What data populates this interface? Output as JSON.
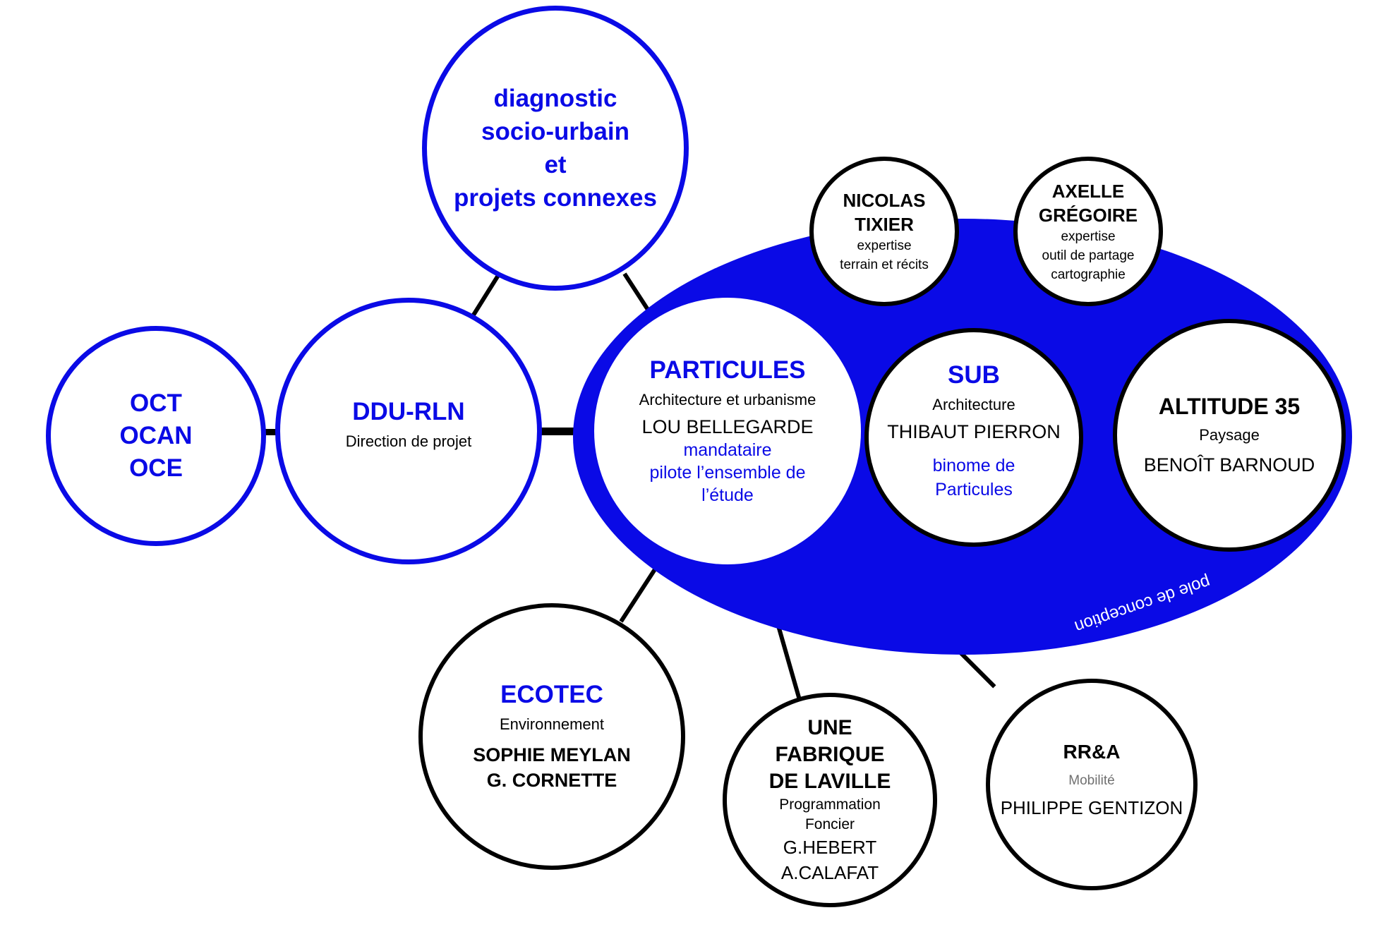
{
  "nodes": {
    "diagnostic": {
      "lines": [
        "diagnostic",
        "socio-urbain",
        "et",
        "projets connexes"
      ]
    },
    "oct": {
      "lines": [
        "OCT",
        "OCAN",
        "OCE"
      ]
    },
    "ddu": {
      "title": "DDU-RLN",
      "subtitle": "Direction de projet"
    },
    "particules": {
      "title": "PARTICULES",
      "subtitle": "Architecture et urbanisme",
      "person": "LOU BELLEGARDE",
      "note": [
        "mandataire",
        "pilote l’ensemble de",
        "l’étude"
      ]
    },
    "sub": {
      "title": "SUB",
      "subtitle": "Architecture",
      "person": "THIBAUT PIERRON",
      "note": [
        "binome de",
        "Particules"
      ]
    },
    "altitude": {
      "title": "ALTITUDE 35",
      "subtitle": "Paysage",
      "person": "BENOÎT BARNOUD"
    },
    "nicolas": {
      "title": [
        "NICOLAS",
        "TIXIER"
      ],
      "subtitle": [
        "expertise",
        "terrain et récits"
      ]
    },
    "axelle": {
      "title": [
        "AXELLE",
        "GRÉGOIRE"
      ],
      "subtitle": [
        "expertise",
        "outil de partage",
        "cartographie"
      ]
    },
    "ecotec": {
      "title": "ECOTEC",
      "subtitle": "Environnement",
      "persons": [
        "SOPHIE MEYLAN",
        "G. CORNETTE"
      ]
    },
    "fabrique": {
      "title": [
        "UNE",
        "FABRIQUE",
        "DE LAVILLE"
      ],
      "subtitle": [
        "Programmation",
        "Foncier"
      ],
      "persons": [
        "G.HEBERT",
        "A.CALAFAT"
      ]
    },
    "rra": {
      "title": "RR&A",
      "subtitle": "Mobilité",
      "person": "PHILIPPE GENTIZON"
    }
  },
  "pole_label": "pole de conception",
  "colors": {
    "accent": "#0a0ae6",
    "line": "#000000",
    "background": "#ffffff"
  }
}
